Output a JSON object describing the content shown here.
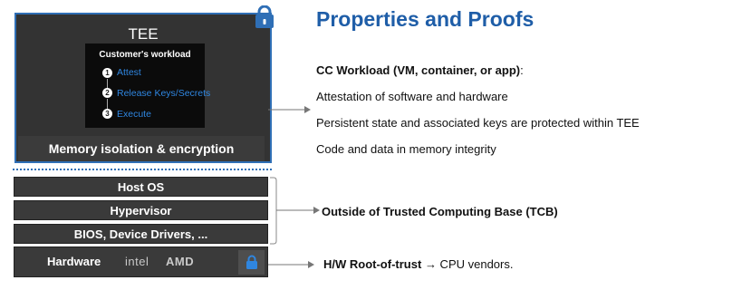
{
  "tee": {
    "title": "TEE",
    "workload_title": "Customer's workload",
    "steps": [
      {
        "num": "1",
        "label": "Attest"
      },
      {
        "num": "2",
        "label": "Release Keys/Secrets"
      },
      {
        "num": "3",
        "label": "Execute"
      }
    ],
    "memory_label": "Memory isolation & encryption"
  },
  "stack": {
    "layers": [
      "Host OS",
      "Hypervisor",
      "BIOS, Device Drivers, ..."
    ],
    "hardware_label": "Hardware",
    "vendors": [
      "intel",
      "AMD"
    ]
  },
  "panel": {
    "heading": "Properties and Proofs",
    "workload_bold": "CC Workload (VM, container, or app)",
    "workload_colon": ":",
    "properties": [
      "Attestation of software and hardware",
      "Persistent state and associated keys are protected within TEE",
      "Code and data in memory integrity"
    ],
    "outside_tcb": "Outside of Trusted Computing Base (TCB)",
    "hw_root_bold": "H/W Root-of-trust",
    "hw_root_rest": "→ CPU vendors."
  },
  "colors": {
    "accent": "#2f6fb6",
    "heading": "#1f5ea8",
    "step_link": "#2f86e0",
    "dark_box": "#333333"
  },
  "icons": {
    "tee_lock": "lock-icon",
    "hardware_lock": "lock-icon"
  }
}
